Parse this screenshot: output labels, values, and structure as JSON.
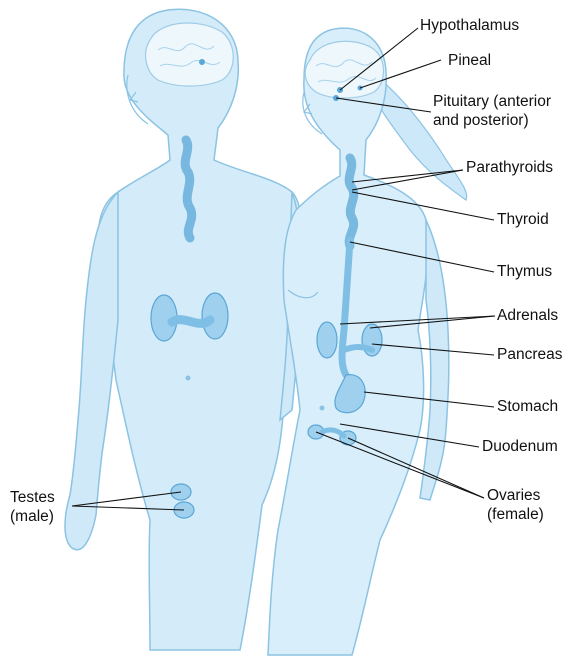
{
  "diagram": {
    "colors": {
      "body_fill": "#d4ecf9",
      "body_outline": "#8cc3e3",
      "skin_shadow": "#b9dcf2",
      "organ_fill": "#9fd0ee",
      "organ_outline": "#5aa6d6",
      "brain_fill": "#eef7fc",
      "leader_line": "#111111",
      "text": "#111111"
    },
    "labels": {
      "hypothalamus": "Hypothalamus",
      "pineal": "Pineal",
      "pituitary_line1": "Pituitary (anterior",
      "pituitary_line2": "and posterior)",
      "parathyroids": "Parathyroids",
      "thyroid": "Thyroid",
      "thymus": "Thymus",
      "adrenals": "Adrenals",
      "pancreas": "Pancreas",
      "stomach": "Stomach",
      "duodenum": "Duodenum",
      "ovaries_line1": "Ovaries",
      "ovaries_line2": "(female)",
      "testes_line1": "Testes",
      "testes_line2": "(male)"
    }
  }
}
